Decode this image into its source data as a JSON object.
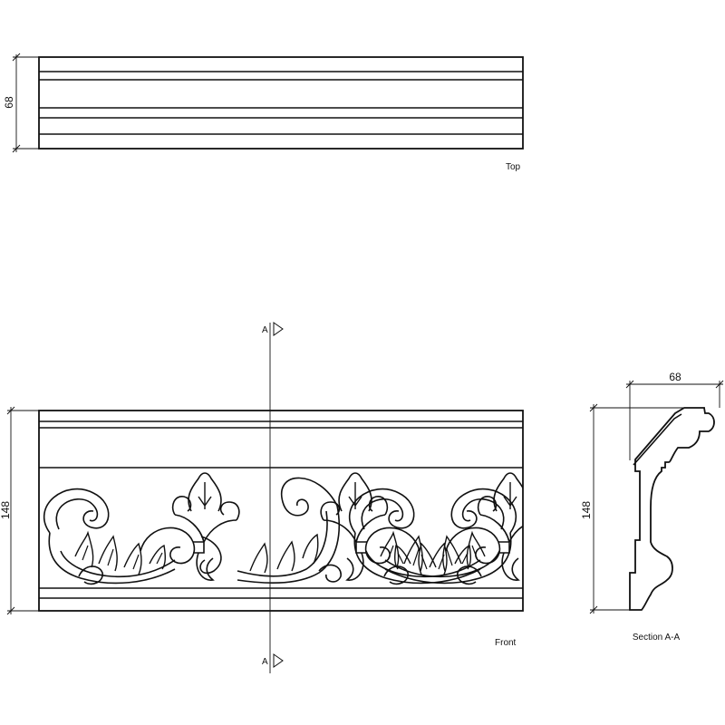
{
  "views": {
    "top": {
      "label": "Top",
      "height_dim": "68"
    },
    "front": {
      "label": "Front",
      "height_dim": "148",
      "section_marker": "A"
    },
    "section": {
      "label": "Section A-A",
      "width_dim": "68",
      "height_dim": "148"
    }
  }
}
